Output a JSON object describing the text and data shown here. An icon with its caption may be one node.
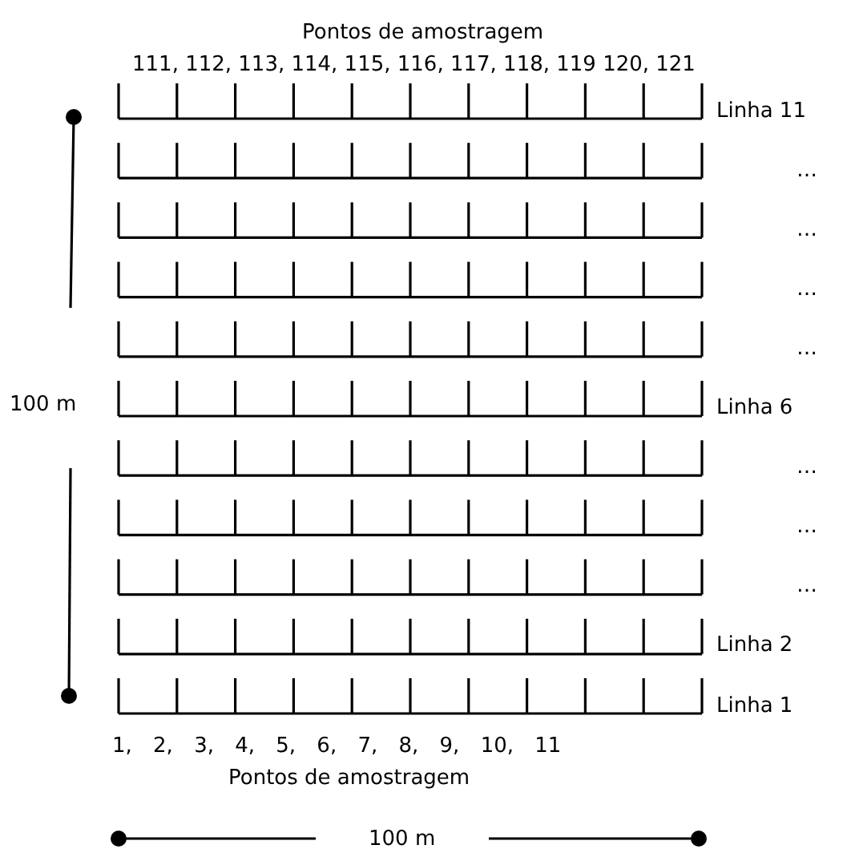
{
  "diagram": {
    "labels": [
      "Pontos de amostragem",
      "111, 112, 113, 114, 115, 116, 117, 118, 119 120, 121",
      "Linha 11",
      "…",
      "…",
      "…",
      "…",
      "100 m",
      "Linha 6",
      "…",
      "…",
      "…",
      "Linha 2",
      "Linha 1",
      "1, 2, 3, 4, 5, 6, 7, 8, 9, 10, 11",
      "Pontos de amostragem",
      "100 m"
    ]
  }
}
